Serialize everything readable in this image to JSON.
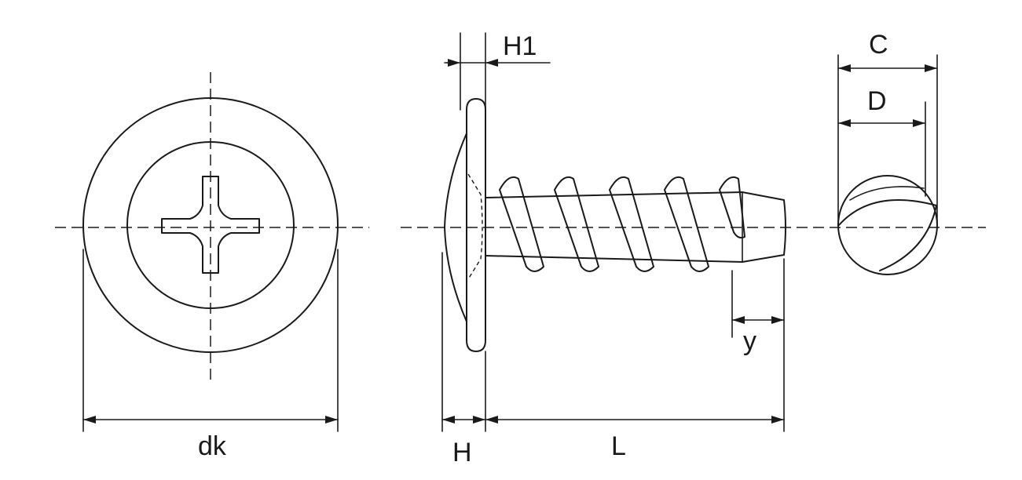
{
  "labels": {
    "dk": "dk",
    "h": "H",
    "h1": "H1",
    "l": "L",
    "y": "y",
    "c": "C",
    "d": "D"
  },
  "colors": {
    "line": "#1a1a1a",
    "background": "#ffffff"
  }
}
